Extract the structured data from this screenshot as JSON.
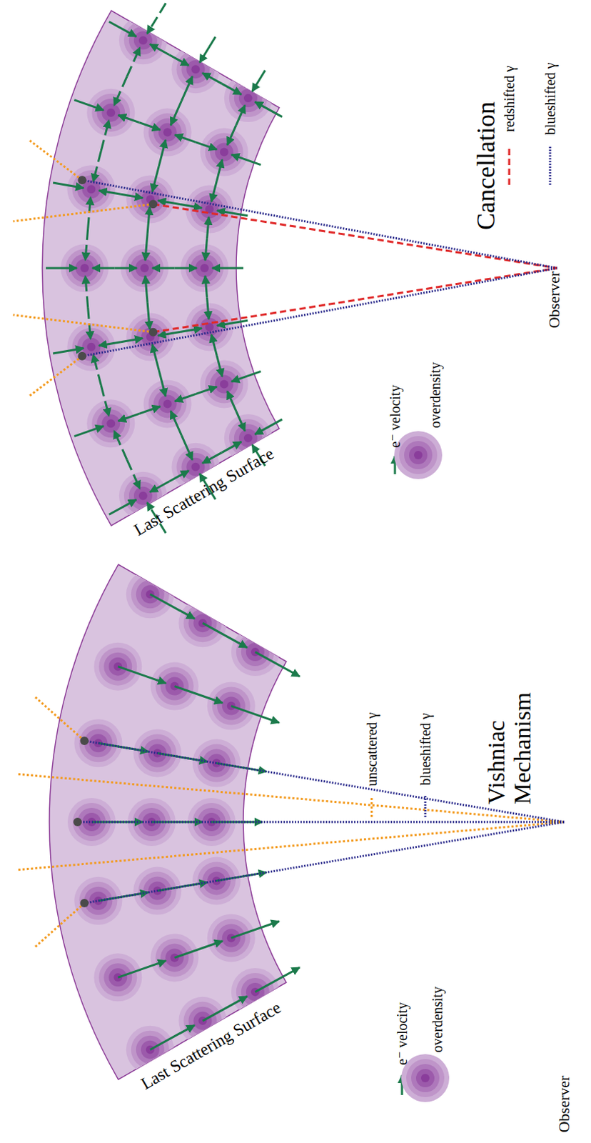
{
  "diagram": {
    "labels": [
      "Cancellation",
      "Observer",
      "Last Scattering Surface",
      "Vishniac Mechanism",
      "Observer",
      "Last Scattering Surface"
    ],
    "legend": [
      {
        "text": "e⁻ velocity"
      },
      {
        "text": "overdensity"
      },
      {
        "text": "redshifted γ"
      },
      {
        "text": "blueshifted γ"
      },
      {
        "text": "e⁻ velocity"
      },
      {
        "text": "overdensity"
      },
      {
        "text": "unscattered γ"
      },
      {
        "text": "blueshifted γ"
      }
    ]
  }
}
